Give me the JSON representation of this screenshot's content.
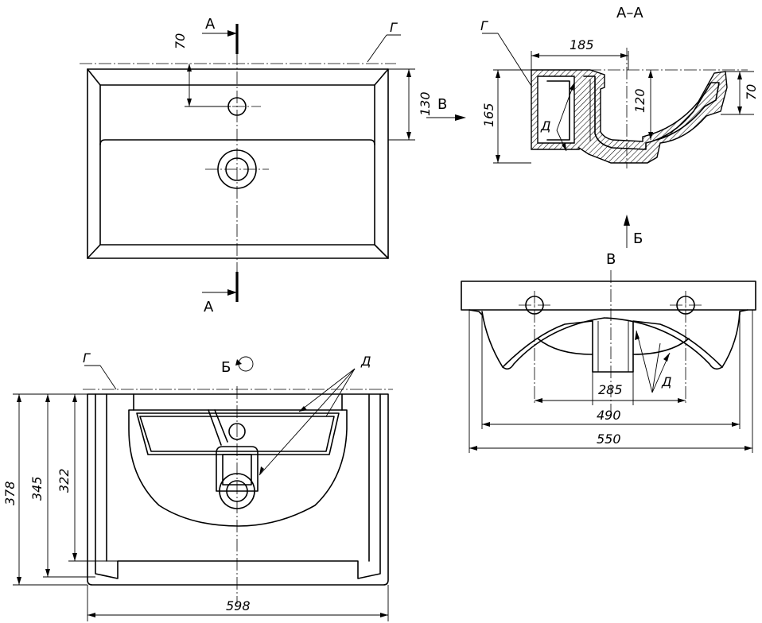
{
  "labels": {
    "section_a": "А",
    "section_title": "А–А",
    "view_b": "Б",
    "view_v": "В",
    "mark_g": "Г",
    "mark_d": "Д"
  },
  "dimensions": {
    "top_faucet_offset": "70",
    "top_depth": "130",
    "sec_width": "185",
    "sec_height": "165",
    "sec_bowl_depth": "120",
    "sec_rim": "70",
    "front_drain": "285",
    "front_inner": "490",
    "front_overall": "550",
    "bot_h1": "378",
    "bot_h2": "345",
    "bot_h3": "322",
    "bot_width": "598"
  }
}
